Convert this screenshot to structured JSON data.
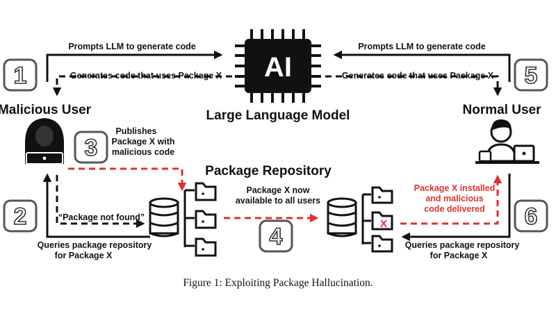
{
  "figure": {
    "caption": "Figure 1: Exploiting Package Hallucination.",
    "llm_label": "Large Language Model",
    "ai_chip_text": "AI",
    "repo_title": "Package Repository",
    "malicious_user": "Malicious User",
    "normal_user": "Normal User",
    "steps": [
      "1",
      "2",
      "3",
      "4",
      "5",
      "6"
    ],
    "arrows": {
      "prompts_left": "Prompts LLM to generate code",
      "generates_left": "Generates code that uses Package X",
      "prompts_right": "Prompts LLM to generate code",
      "generates_right": "Generates code that uses Package X",
      "publishes_1": "Publishes",
      "publishes_2": "Package X with",
      "publishes_3": "malicious code",
      "not_found": "“Package not found”",
      "queries_left_1": "Queries package repository",
      "queries_left_2": "for Package X",
      "available_1": "Package X now",
      "available_2": "available to all users",
      "installed_1": "Package X installed",
      "installed_2": "and malicious",
      "installed_3": "code delivered",
      "queries_right_1": "Queries package repository",
      "queries_right_2": "for Package X"
    },
    "malicious_marker": "X",
    "colors": {
      "ink": "#111111",
      "accent": "#e0312b",
      "step_box": "#555555"
    }
  }
}
